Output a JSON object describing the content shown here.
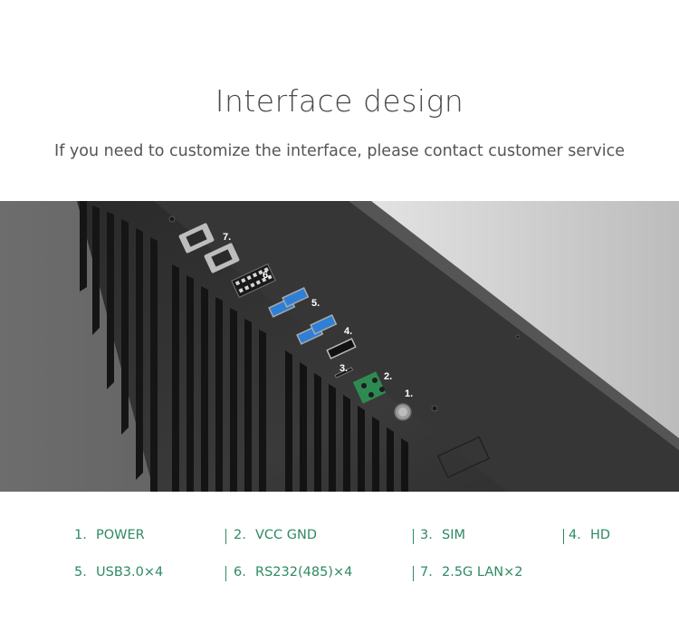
{
  "header": {
    "title": "Interface design",
    "subtitle": "If you need to customize the interface, please contact customer service"
  },
  "photo": {
    "callouts": [
      "1.",
      "2.",
      "3.",
      "4.",
      "5.",
      "6.",
      "7."
    ]
  },
  "legend": {
    "items": [
      {
        "num": "1.",
        "label": "POWER"
      },
      {
        "num": "2.",
        "label": "VCC GND"
      },
      {
        "num": "3.",
        "label": "SIM"
      },
      {
        "num": "4.",
        "label": "HD"
      },
      {
        "num": "5.",
        "label": "USB3.0×4"
      },
      {
        "num": "6.",
        "label": "RS232(485)×4"
      },
      {
        "num": "7.",
        "label": "2.5G LAN×2"
      }
    ]
  },
  "colors": {
    "accent": "#2e8a63",
    "title": "#4a4a4a",
    "usb_blue": "#2f7fd6",
    "terminal_green": "#2f8a52"
  }
}
